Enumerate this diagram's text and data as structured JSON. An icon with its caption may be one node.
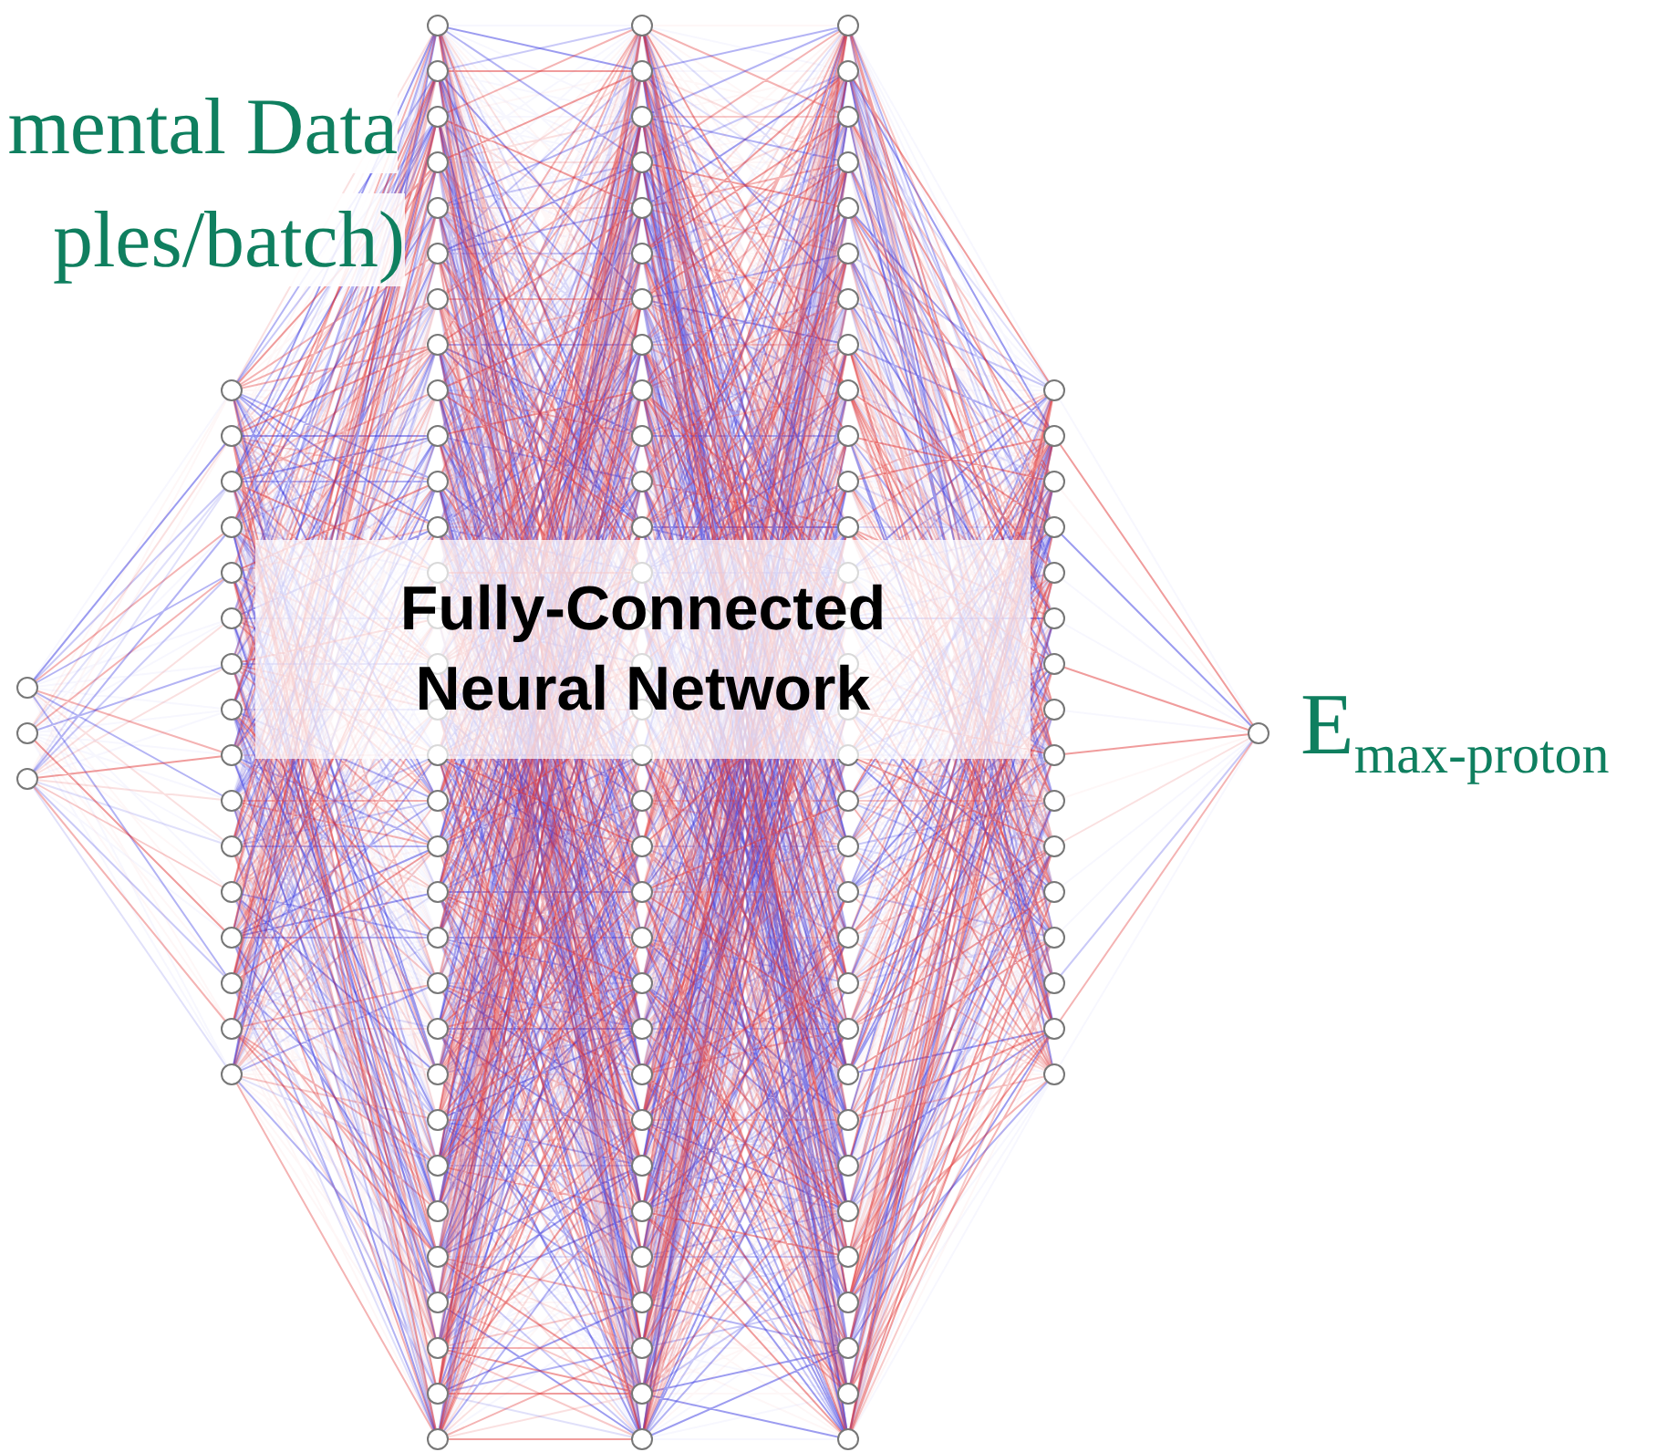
{
  "diagram": {
    "labels": [
      "mental Data",
      "ples/batch)",
      "Fully-Connected Neural Network",
      "E$_{max-proton}$"
    ]
  }
}
